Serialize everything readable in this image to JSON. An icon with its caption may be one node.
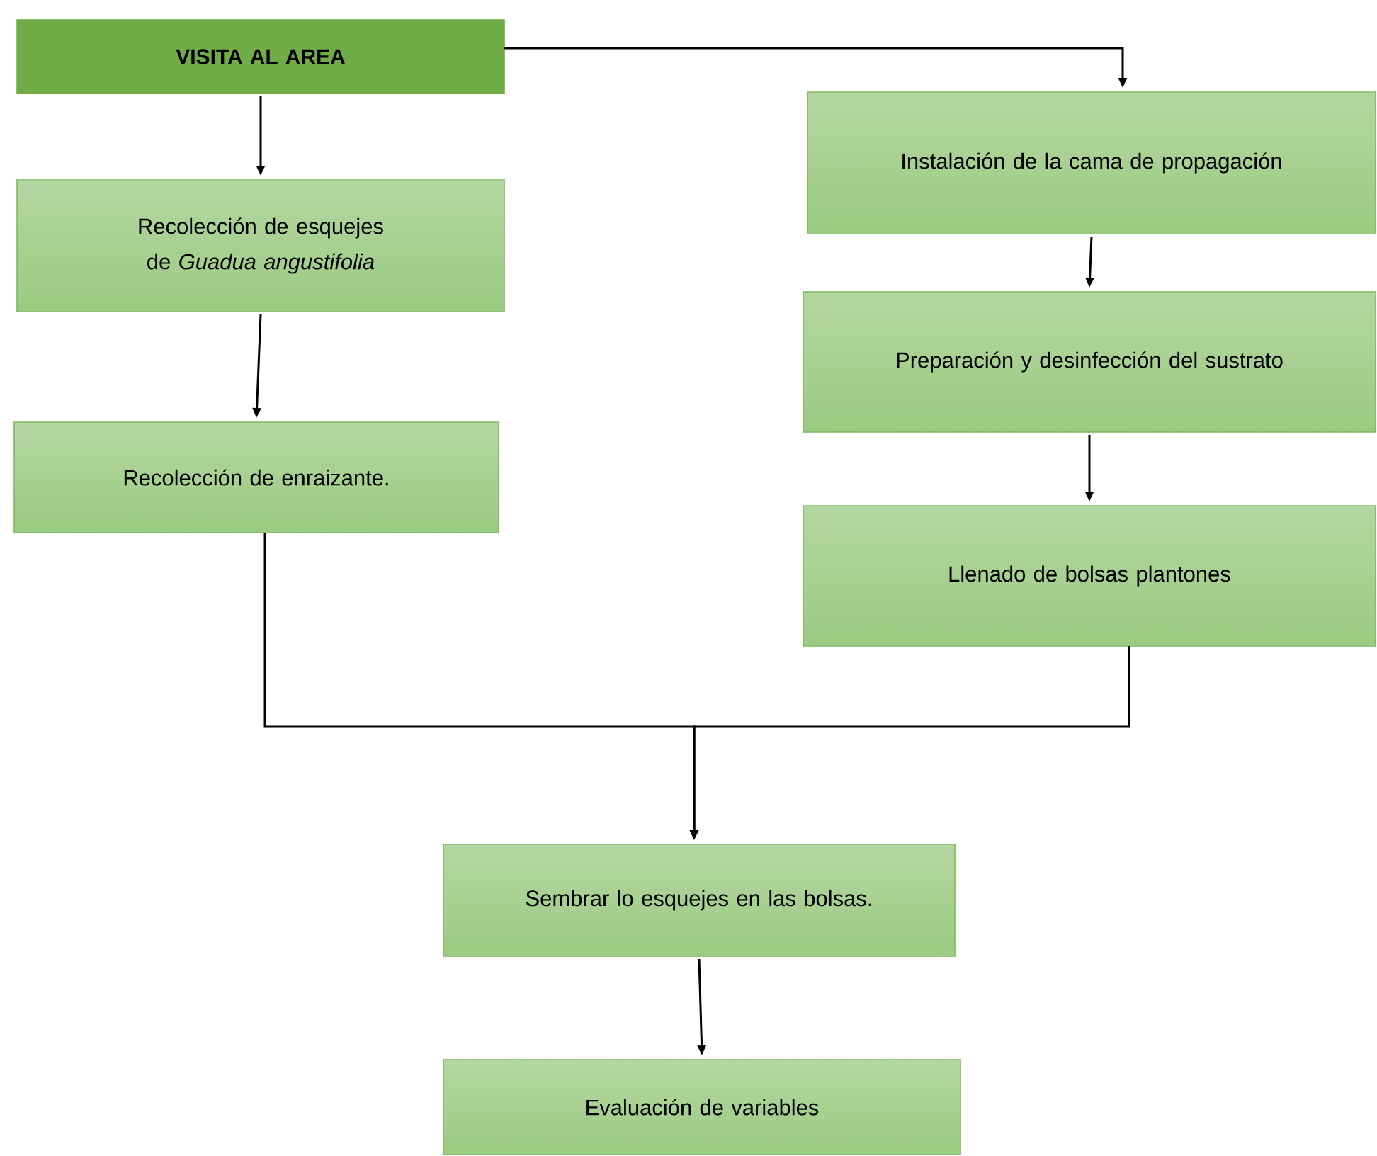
{
  "diagram": {
    "nodes": [
      {
        "text": [
          "VISITA AL AREA"
        ]
      },
      {
        "text": [
          "Recolección de esquejes de *Guadua angustifolia*"
        ]
      },
      {
        "text": [
          "Recolección de enraizante."
        ]
      },
      {
        "text": [
          "Instalación de la cama de propagación"
        ]
      },
      {
        "text": [
          "Preparación y desinfección del sustrato"
        ]
      },
      {
        "text": [
          "Llenado de bolsas plantones"
        ]
      },
      {
        "text": [
          "Sembrar lo esquejes en las bolsas."
        ]
      },
      {
        "text": [
          "Evaluación de variables"
        ]
      }
    ],
    "edges": [
      {
        "from": 0,
        "to": 1,
        "arrow": "to"
      },
      {
        "from": 1,
        "to": 2,
        "arrow": "to"
      },
      {
        "from": 0,
        "to": 3,
        "arrow": "to"
      },
      {
        "from": 3,
        "to": 4,
        "arrow": "to"
      },
      {
        "from": 4,
        "to": 5,
        "arrow": "to"
      },
      {
        "from": 2,
        "to": 6,
        "arrow": "to"
      },
      {
        "from": 5,
        "to": 6,
        "arrow": "to"
      },
      {
        "from": 6,
        "to": 7,
        "arrow": "to"
      }
    ]
  }
}
